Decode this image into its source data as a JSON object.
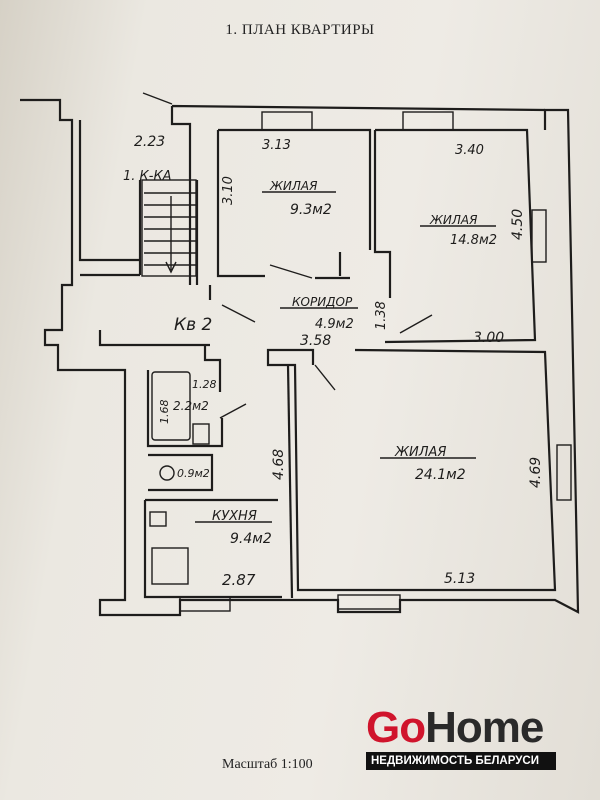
{
  "title": "1.    ПЛАН КВАРТИРЫ",
  "scale": "Масштаб 1:100",
  "apartment_label": "Кв 2",
  "stair_label": "1. К-КА",
  "rooms": [
    {
      "name": "ЖИЛАЯ",
      "area": "9.3м2"
    },
    {
      "name": "ЖИЛАЯ",
      "area": "14.8м2"
    },
    {
      "name": "КОРИДОР",
      "area": "4.9м2"
    },
    {
      "name": "ЖИЛАЯ",
      "area": "24.1м2"
    },
    {
      "name": "КУХНЯ",
      "area": "9.4м2"
    },
    {
      "name": "",
      "area": "2.2м2"
    },
    {
      "name": "",
      "area": "0.9м2"
    }
  ],
  "dimensions": [
    "2.23",
    "3.13",
    "3.10",
    "3.40",
    "4.50",
    "1.38",
    "3.00",
    "3.58",
    "1.28",
    "1.68",
    "4.68",
    "4.69",
    "2.87",
    "5.13"
  ],
  "logo": {
    "brand_go": "Go",
    "brand_home": "Home",
    "tagline": "НЕДВИЖИМОСТЬ БЕЛАРУСИ",
    "accent": "#d0142c"
  }
}
